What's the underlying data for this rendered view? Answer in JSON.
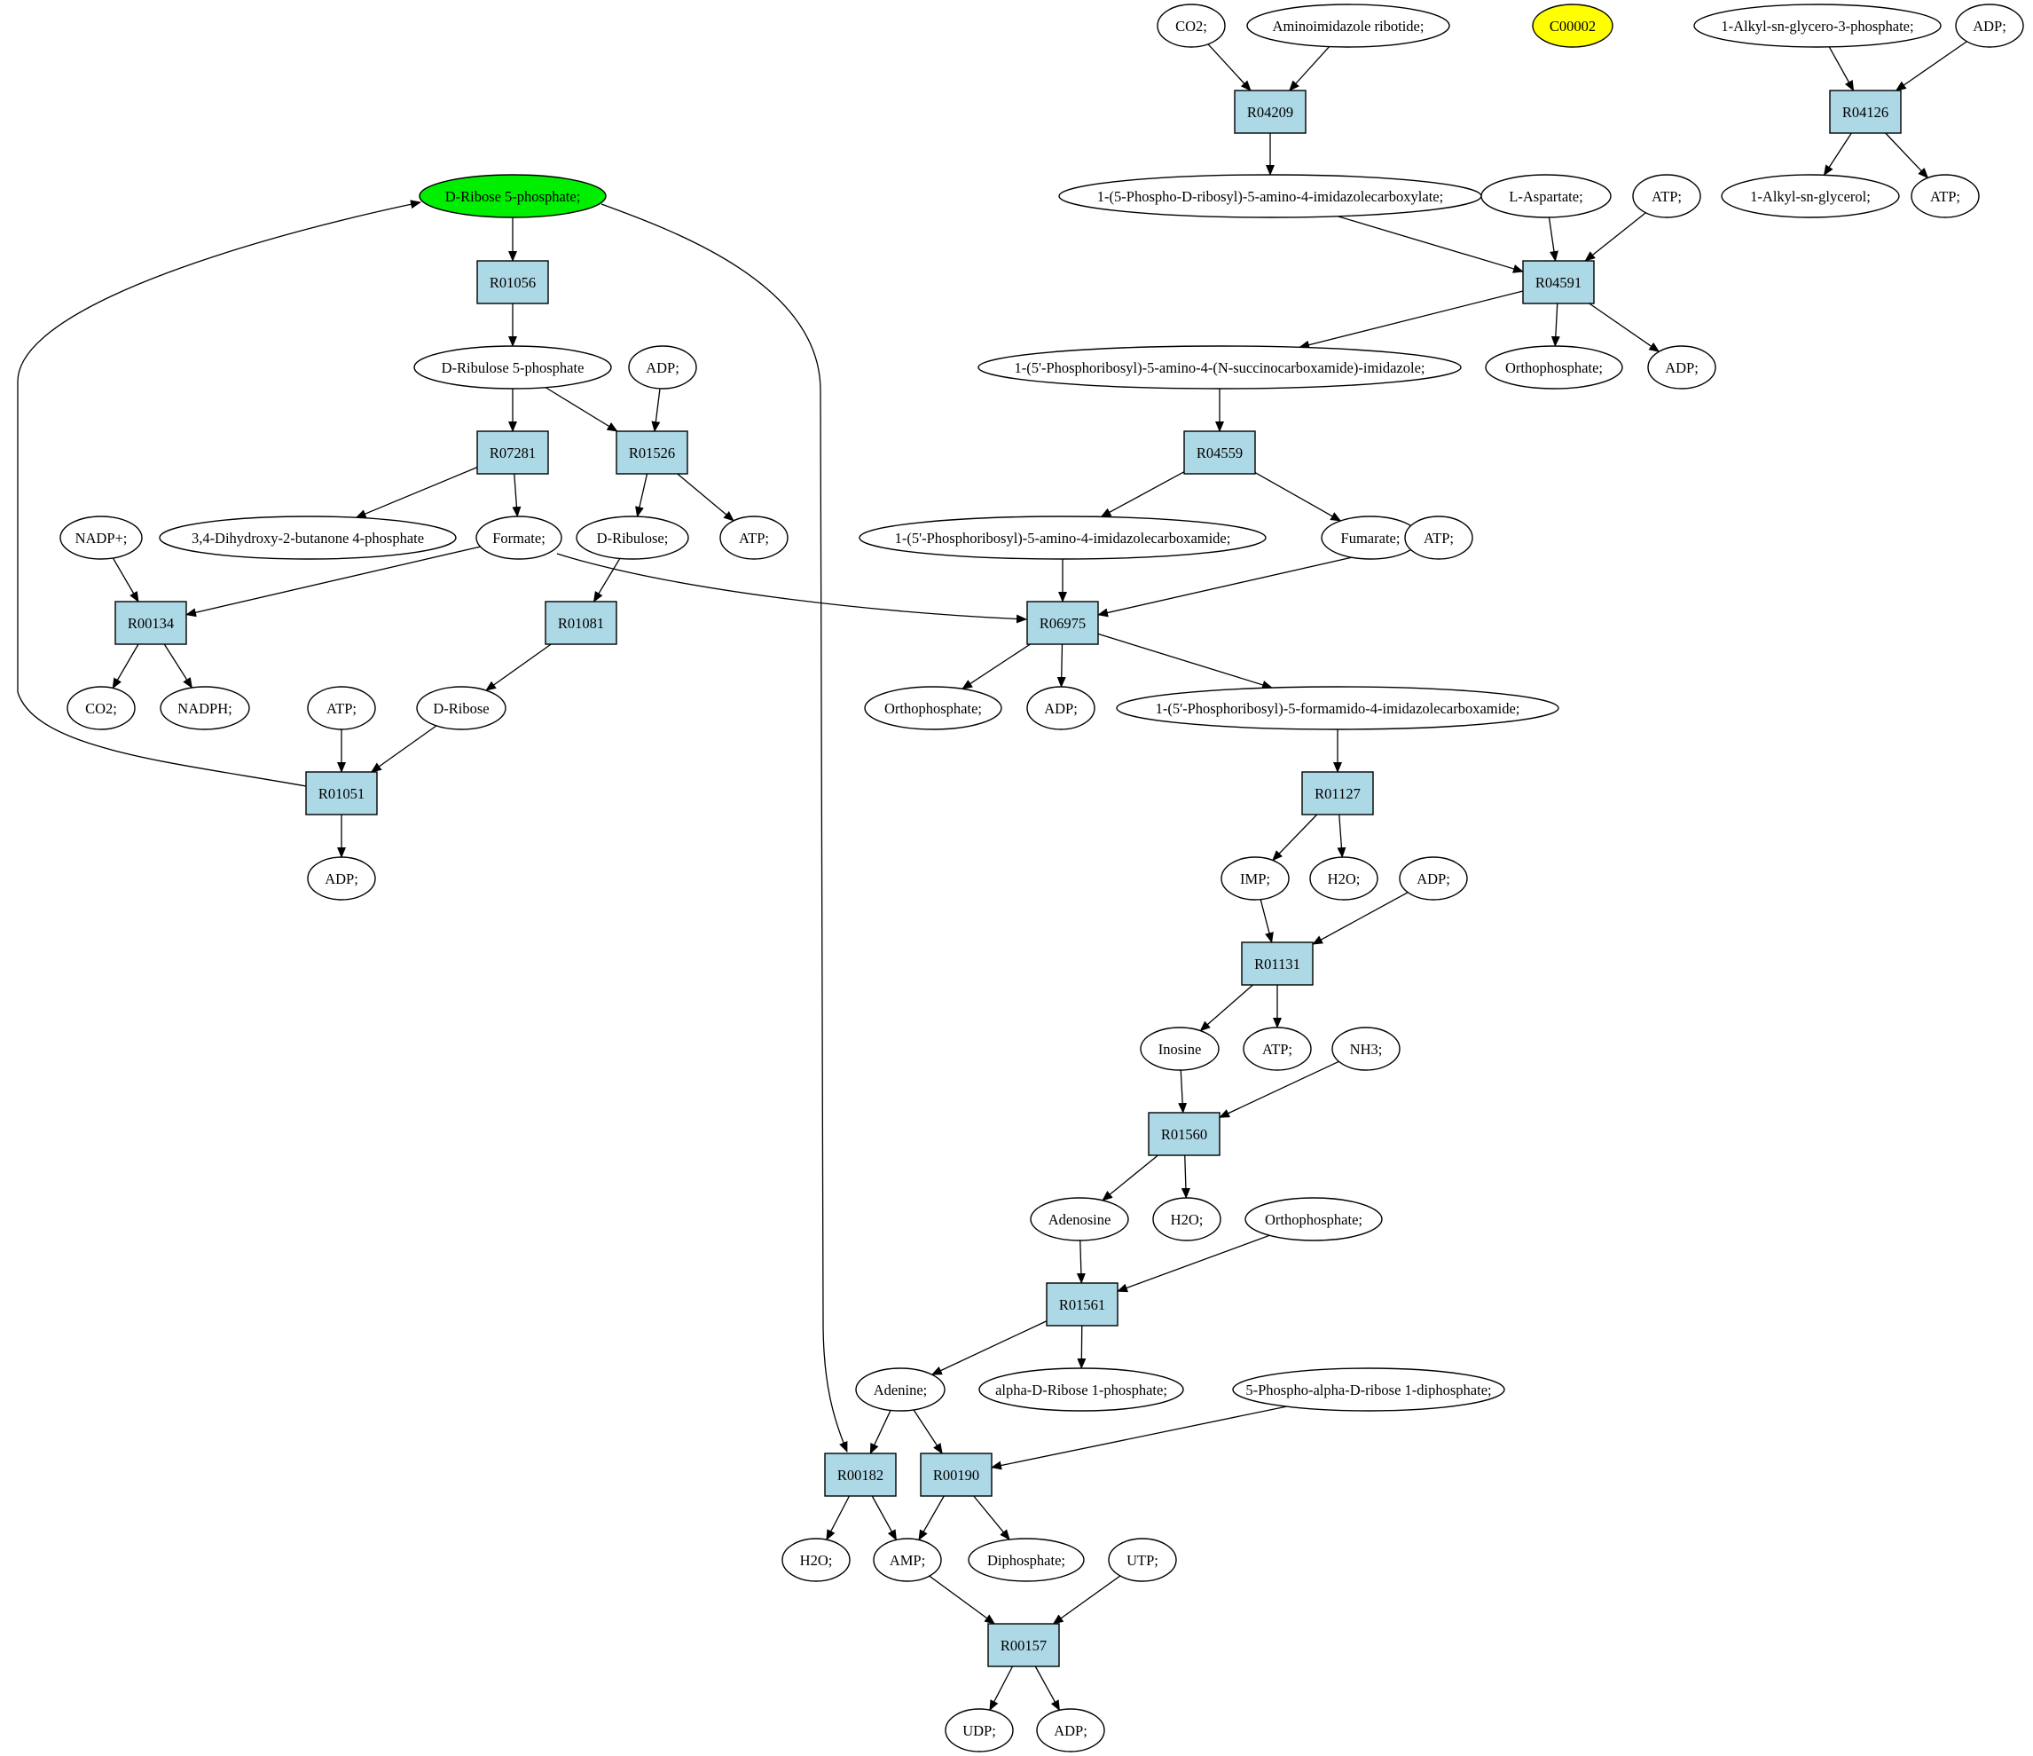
{
  "colors": {
    "reaction_fill": "#add8e6",
    "compound_fill": "#ffffff",
    "start_fill": "#00ee00",
    "highlight_fill": "#ffff00",
    "stroke": "#000000"
  },
  "reactions": {
    "R04209": "R04209",
    "R04126": "R04126",
    "R01056": "R01056",
    "R04591": "R04591",
    "R07281": "R07281",
    "R01526": "R01526",
    "R04559": "R04559",
    "R00134": "R00134",
    "R01081": "R01081",
    "R06975": "R06975",
    "R01051": "R01051",
    "R01127": "R01127",
    "R01131": "R01131",
    "R01560": "R01560",
    "R01561": "R01561",
    "R00182": "R00182",
    "R00190": "R00190",
    "R00157": "R00157"
  },
  "compounds": {
    "co2_a": "CO2;",
    "aminoimidazole_ribotide": "Aminoimidazole ribotide;",
    "c00002": "C00002",
    "alkyl_glycero_3p": "1-Alkyl-sn-glycero-3-phosphate;",
    "adp_a": "ADP;",
    "ribose5p": "D-Ribose 5-phosphate;",
    "air_carboxylate": "1-(5-Phospho-D-ribosyl)-5-amino-4-imidazolecarboxylate;",
    "aspartate": "L-Aspartate;",
    "atp_a": "ATP;",
    "alkyl_glycerol": "1-Alkyl-sn-glycerol;",
    "atp_b": "ATP;",
    "ribulose5p": "D-Ribulose 5-phosphate",
    "adp_b": "ADP;",
    "saicar": "1-(5'-Phosphoribosyl)-5-amino-4-(N-succinocarboxamide)-imidazole;",
    "orthophosphate_a": "Orthophosphate;",
    "adp_c": "ADP;",
    "nadp": "NADP+;",
    "dihydroxybutanone": "3,4-Dihydroxy-2-butanone 4-phosphate",
    "formate": "Formate;",
    "ribulose": "D-Ribulose;",
    "atp_c": "ATP;",
    "aicar": "1-(5'-Phosphoribosyl)-5-amino-4-imidazolecarboxamide;",
    "fumarate": "Fumarate;",
    "atp_d": "ATP;",
    "co2_b": "CO2;",
    "nadph": "NADPH;",
    "atp_e": "ATP;",
    "d_ribose": "D-Ribose",
    "orthophosphate_b": "Orthophosphate;",
    "adp_d": "ADP;",
    "faicar": "1-(5'-Phosphoribosyl)-5-formamido-4-imidazolecarboxamide;",
    "adp_e": "ADP;",
    "imp": "IMP;",
    "h2o_a": "H2O;",
    "adp_f": "ADP;",
    "inosine": "Inosine",
    "atp_f": "ATP;",
    "nh3": "NH3;",
    "adenosine": "Adenosine",
    "h2o_b": "H2O;",
    "orthophosphate_c": "Orthophosphate;",
    "adenine": "Adenine;",
    "ribose1p": "alpha-D-Ribose 1-phosphate;",
    "prpp": "5-Phospho-alpha-D-ribose 1-diphosphate;",
    "h2o_c": "H2O;",
    "amp": "AMP;",
    "diphosphate": "Diphosphate;",
    "utp": "UTP;",
    "udp": "UDP;",
    "adp_g": "ADP;"
  }
}
